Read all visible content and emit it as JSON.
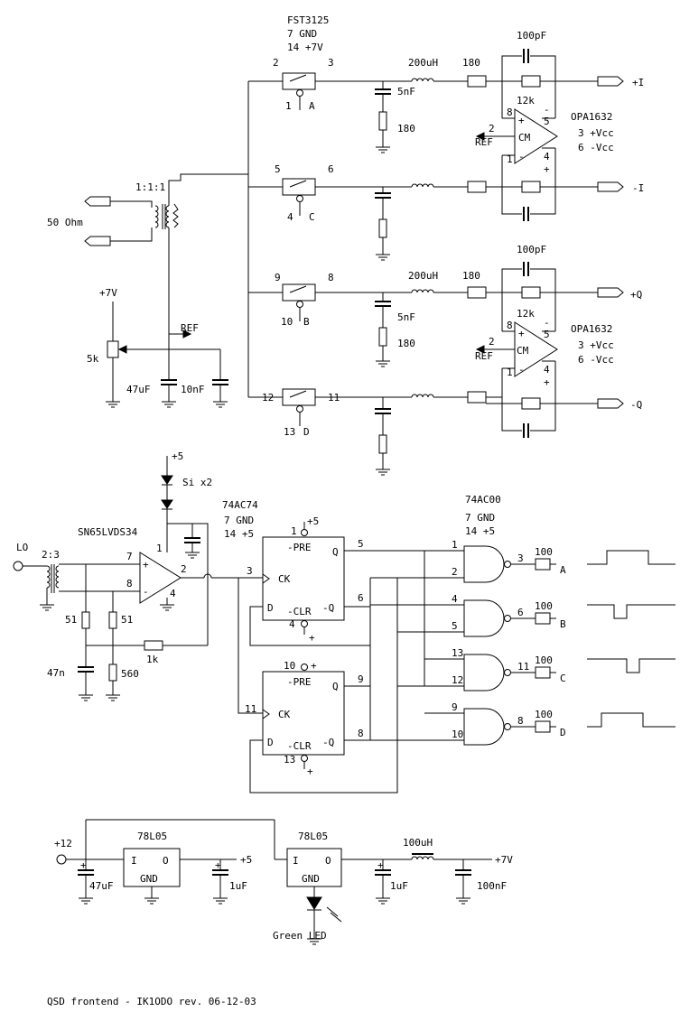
{
  "title": "QSD frontend - IK1ODO rev. 06-12-03",
  "input": {
    "transformer": "1:1:1",
    "impedance": "50 Ohm"
  },
  "switch": {
    "part": "FST3125",
    "pin7": "7 GND",
    "pin14": "14 +7V",
    "ch": [
      {
        "in": "2",
        "out": "3",
        "ctl": "1",
        "sel": "A"
      },
      {
        "in": "5",
        "out": "6",
        "ctl": "4",
        "sel": "C"
      },
      {
        "in": "9",
        "out": "8",
        "ctl": "10",
        "sel": "B"
      },
      {
        "in": "12",
        "out": "11",
        "ctl": "13",
        "sel": "D"
      }
    ]
  },
  "filter": {
    "inductor": "200uH",
    "cap": "5nF",
    "res": "180",
    "series_res": "180",
    "fb_cap": "100pF",
    "fb_res": "12k"
  },
  "opamp": {
    "part": "OPA1632",
    "vcc_pos": "3 +Vcc",
    "vcc_neg": "6 -Vcc",
    "cm": "CM",
    "ref": "REF",
    "pins": {
      "p8": "8",
      "p1": "1",
      "p2": "2",
      "p4": "4",
      "p5": "5"
    },
    "plus": "+",
    "minus": "-"
  },
  "outputs": [
    "+I",
    "-I",
    "+Q",
    "-Q"
  ],
  "bias": {
    "supply": "+7V",
    "pot": "5k",
    "ref": "REF",
    "c1": "47uF",
    "c2": "10nF"
  },
  "lo": {
    "label": "LO",
    "ratio": "2:3",
    "receiver": "SN65LVDS34",
    "r1": "51",
    "r2": "51",
    "c": "47n",
    "r3": "560",
    "rf": "1k",
    "pins": {
      "p7": "7",
      "p8": "8",
      "p1": "1",
      "p2": "2",
      "p4": "4"
    }
  },
  "diodes": {
    "supply": "+5",
    "label": "Si x2"
  },
  "ff": {
    "part": "74AC74",
    "gnd": "7 GND",
    "vcc": "14 +5",
    "pre": "-PRE",
    "clr": "-CLR",
    "ck": "CK",
    "d": "D",
    "q": "Q",
    "nq": "-Q",
    "u1": {
      "pre_pin": "1",
      "pre_v": "+5",
      "ck_pin": "3",
      "q_pin": "5",
      "nq_pin": "6",
      "clr_pin": "4",
      "clr_v": "+"
    },
    "u2": {
      "pre_pin": "10",
      "pre_v": "+",
      "ck_pin": "11",
      "q_pin": "9",
      "nq_pin": "8",
      "clr_pin": "13",
      "clr_v": "+"
    }
  },
  "nand": {
    "part": "74AC00",
    "gnd": "7 GND",
    "vcc": "14 +5",
    "gates": [
      {
        "a": "1",
        "b": "2",
        "y": "3",
        "r": "100",
        "out": "A"
      },
      {
        "a": "4",
        "b": "5",
        "y": "6",
        "r": "100",
        "out": "B"
      },
      {
        "a": "13",
        "b": "12",
        "y": "11",
        "r": "100",
        "out": "C"
      },
      {
        "a": "9",
        "b": "10",
        "y": "8",
        "r": "100",
        "out": "D"
      }
    ]
  },
  "supply": {
    "vin": "+12",
    "reg1": "78L05",
    "reg2": "78L05",
    "io": "I",
    "oo": "O",
    "gnd": "GND",
    "c1": "47uF",
    "c2": "1uF",
    "c3": "1uF",
    "v5": "+5",
    "ind": "100uH",
    "v7": "+7V",
    "c4": "100nF",
    "led": "Green LED"
  }
}
